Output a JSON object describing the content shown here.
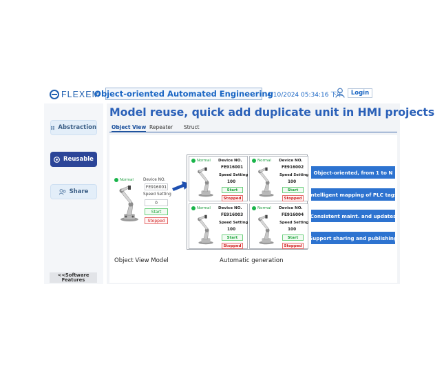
{
  "header": {
    "logo_text": "FLEXEM",
    "title": "Object-oriented Automated Engineering",
    "datetime": "4/10/2024 05:34:16 下午",
    "login_label": "Login"
  },
  "sidebar": {
    "items": [
      {
        "label": "Abstraction",
        "icon": "grid-icon"
      },
      {
        "label": "Reusable",
        "icon": "reuse-icon"
      },
      {
        "label": "Share",
        "icon": "share-icon"
      }
    ],
    "software_features_line1": "<<Software",
    "software_features_line2": "Features"
  },
  "main": {
    "headline": "Model reuse, quick add duplicate unit in HMI projects",
    "tabs": [
      {
        "label": "Object View"
      },
      {
        "label": "Repeater"
      },
      {
        "label": "Struct"
      }
    ],
    "object_view_model": {
      "status": "Normal",
      "device_no_label": "Device NO.",
      "device_no": "FE916001",
      "speed_label": "Speed Setting",
      "speed": "0",
      "start_label": "Start",
      "stop_label": "Stopped"
    },
    "units": [
      {
        "status": "Normal",
        "device_no_label": "Device NO.",
        "device_no": "FE916001",
        "speed_label": "Speed Setting",
        "speed": "100",
        "start_label": "Start",
        "stop_label": "Stopped"
      },
      {
        "status": "Normal",
        "device_no_label": "Device NO.",
        "device_no": "FE916002",
        "speed_label": "Speed Setting",
        "speed": "100",
        "start_label": "Start",
        "stop_label": "Stopped"
      },
      {
        "status": "Normal",
        "device_no_label": "Device NO.",
        "device_no": "FE916003",
        "speed_label": "Speed Setting",
        "speed": "100",
        "start_label": "Start",
        "stop_label": "Stopped"
      },
      {
        "status": "Normal",
        "device_no_label": "Device NO.",
        "device_no": "FE916004",
        "speed_label": "Speed Setting",
        "speed": "100",
        "start_label": "Start",
        "stop_label": "Stopped"
      }
    ],
    "features": [
      "Object-oriented, from 1 to N",
      "Intelligent mapping of PLC tags",
      "Consistent maint. and updates",
      "Support sharing and publishing"
    ],
    "caption_left": "Object View Model",
    "caption_right": "Automatic generation"
  },
  "colors": {
    "brand_blue": "#1f5fb0",
    "active_nav": "#2b4598",
    "feature_blue": "#2d73d0",
    "normal_green": "#19b44a",
    "stopped_red": "#d02222"
  }
}
